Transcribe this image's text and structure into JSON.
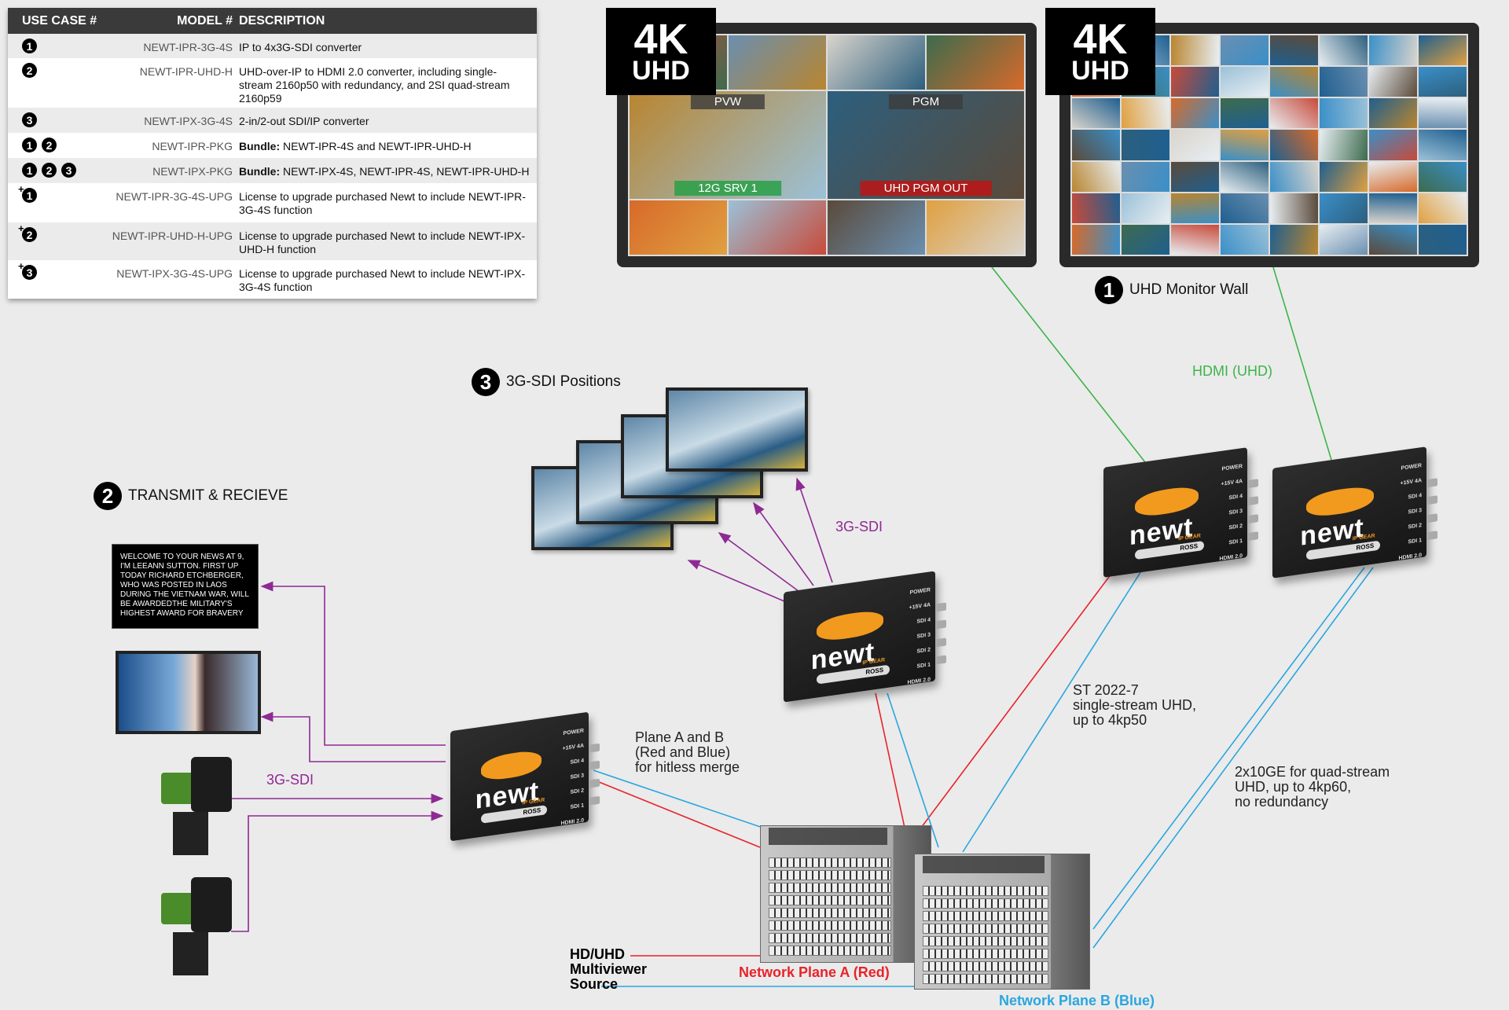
{
  "table": {
    "headers": {
      "use_case": "USE CASE #",
      "model": "MODEL #",
      "description": "DESCRIPTION"
    },
    "rows": [
      {
        "use_cases": [
          "1"
        ],
        "upgrade": false,
        "model": "NEWT-IPR-3G-4S",
        "bold": "",
        "description": "IP to 4x3G-SDI converter"
      },
      {
        "use_cases": [
          "2"
        ],
        "upgrade": false,
        "model": "NEWT-IPR-UHD-H",
        "bold": "",
        "description": "UHD-over-IP to HDMI 2.0 converter, including single-stream 2160p50 with redundancy, and 2SI quad-stream 2160p59"
      },
      {
        "use_cases": [
          "3"
        ],
        "upgrade": false,
        "model": "NEWT-IPX-3G-4S",
        "bold": "",
        "description": "2-in/2-out SDI/IP converter"
      },
      {
        "use_cases": [
          "1",
          "2"
        ],
        "upgrade": false,
        "model": "NEWT-IPR-PKG",
        "bold": "Bundle:",
        "description": " NEWT-IPR-4S and NEWT-IPR-UHD-H"
      },
      {
        "use_cases": [
          "1",
          "2",
          "3"
        ],
        "upgrade": false,
        "model": "NEWT-IPX-PKG",
        "bold": "Bundle:",
        "description": " NEWT-IPX-4S, NEWT-IPR-4S, NEWT-IPR-UHD-H"
      },
      {
        "use_cases": [
          "1"
        ],
        "upgrade": true,
        "model": "NEWT-IPR-3G-4S-UPG",
        "bold": "",
        "description": "License to upgrade purchased Newt to include NEWT-IPR-3G-4S function"
      },
      {
        "use_cases": [
          "2"
        ],
        "upgrade": true,
        "model": "NEWT-IPR-UHD-H-UPG",
        "bold": "",
        "description": "License to upgrade purchased Newt to include NEWT-IPX-UHD-H function"
      },
      {
        "use_cases": [
          "3"
        ],
        "upgrade": true,
        "model": "NEWT-IPX-3G-4S-UPG",
        "bold": "",
        "description": "License to upgrade purchased Newt to include NEWT-IPX-3G-4S function"
      }
    ]
  },
  "badge": {
    "line1": "4K",
    "line2": "UHD"
  },
  "multiviewer": {
    "pvw": "PVW",
    "pgm": "PGM",
    "pvw_source": "12G SRV 1",
    "pgm_source": "UHD PGM OUT"
  },
  "sections": {
    "monitor_wall": {
      "number": "1",
      "label": "UHD Monitor Wall"
    },
    "transmit": {
      "number": "2",
      "label": "TRANSMIT & RECIEVE"
    },
    "sdi_positions": {
      "number": "3",
      "label": "3G-SDI Positions"
    }
  },
  "prompter_text": "WELCOME TO YOUR NEWS AT 9, I'M LEEANN SUTTON. FIRST UP TODAY RICHARD ETCHBERGER, WHO WAS POSTED IN LAOS DURING THE VIETNAM WAR, WILL BE AWARDEDTHE MILITARY'S HIGHEST AWARD FOR BRAVERY",
  "labels": {
    "hdmi_uhd": "HDMI (UHD)",
    "sdi_right": "3G-SDI",
    "sdi_left": "3G-SDI",
    "plane_ab": [
      "Plane A and B",
      "(Red and Blue)",
      "for hitless merge"
    ],
    "st2022": [
      "ST 2022-7",
      "single-stream UHD,",
      "up to 4kp50"
    ],
    "quad": [
      "2x10GE for quad-stream",
      "UHD, up to 4kp60,",
      "no redundancy"
    ],
    "source": [
      "HD/UHD",
      "Multiviewer",
      "Source"
    ],
    "plane_a": "Network Plane A (Red)",
    "plane_b": "Network Plane B (Blue)"
  },
  "newt": {
    "brand": "newt",
    "sub": "IP GEAR",
    "maker": "ROSS",
    "ports": [
      "POWER",
      "+15V 4A",
      "SDI 4",
      "SDI 3",
      "SDI 2",
      "SDI 1",
      "HDMI 2.0"
    ]
  },
  "colors": {
    "green": "#3cb44a",
    "purple": "#8e2a93",
    "red": "#e8232a",
    "blue": "#2aa6e0",
    "orange": "#f29a1e"
  }
}
